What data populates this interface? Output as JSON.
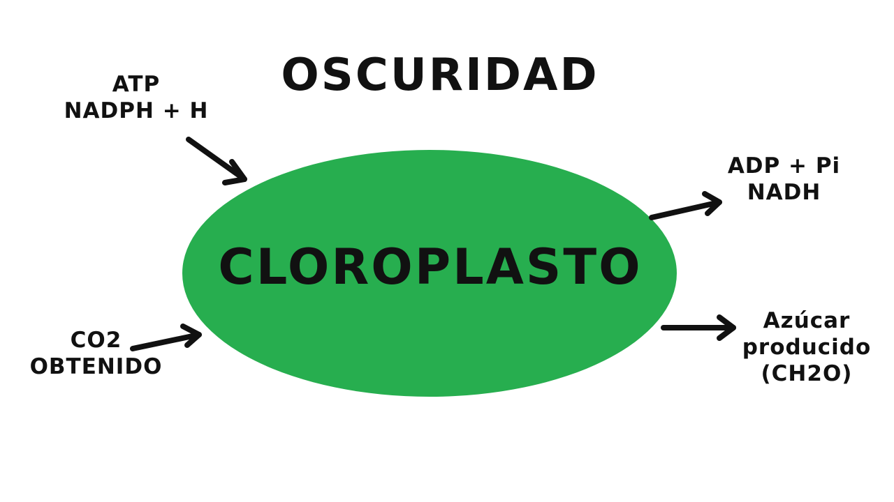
{
  "diagram": {
    "title": "OSCURIDAD",
    "center": {
      "label": "CLOROPLASTO",
      "color": "#27ae4f"
    },
    "text_color": "#111111",
    "inputs": [
      {
        "id": "atp",
        "lines": [
          "ATP",
          "NADPH + H"
        ]
      },
      {
        "id": "co2",
        "lines": [
          "CO2",
          "OBTENIDO"
        ]
      }
    ],
    "outputs": [
      {
        "id": "adp",
        "lines": [
          "ADP + Pi",
          "NADH"
        ]
      },
      {
        "id": "sugar",
        "lines": [
          "Azúcar",
          "producido",
          "(CH2O)"
        ]
      }
    ]
  }
}
